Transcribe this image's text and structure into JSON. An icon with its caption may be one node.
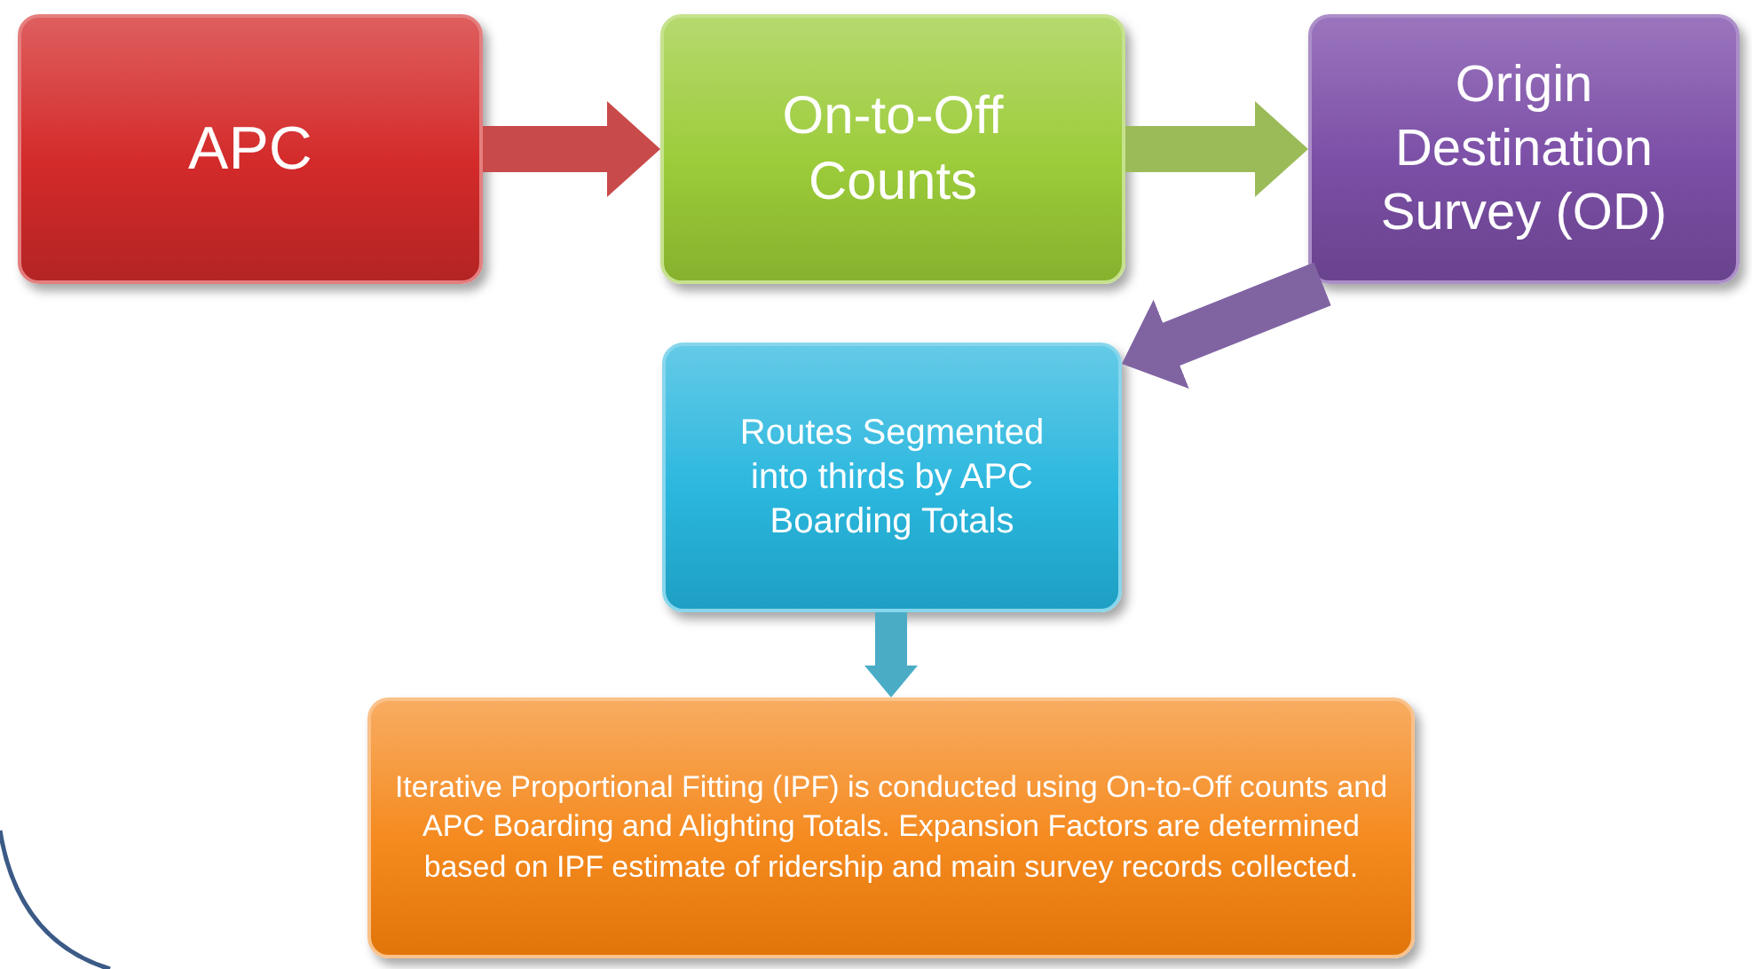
{
  "diagram": {
    "nodes": [
      {
        "text": [
          "APC"
        ]
      },
      {
        "text": [
          "On-to-Off Counts"
        ]
      },
      {
        "text": [
          "Origin Destination Survey (OD)"
        ]
      },
      {
        "text": [
          "Routes Segmented into thirds by APC Boarding Totals"
        ]
      },
      {
        "text": [
          "Iterative Proportional Fitting (IPF) is conducted using On-to-Off counts and APC Boarding and Alighting Totals. Expansion Factors are determined based on IPF estimate of ridership and main survey records collected."
        ]
      }
    ],
    "edges": [
      {
        "from": 0,
        "to": 1,
        "arrow": "to",
        "color": "#c94a4a"
      },
      {
        "from": 1,
        "to": 2,
        "arrow": "to",
        "color": "#9bbb59"
      },
      {
        "from": 2,
        "to": 3,
        "arrow": "to",
        "color": "#8064a2"
      },
      {
        "from": 3,
        "to": 4,
        "arrow": "to",
        "color": "#4bacc6"
      }
    ]
  }
}
